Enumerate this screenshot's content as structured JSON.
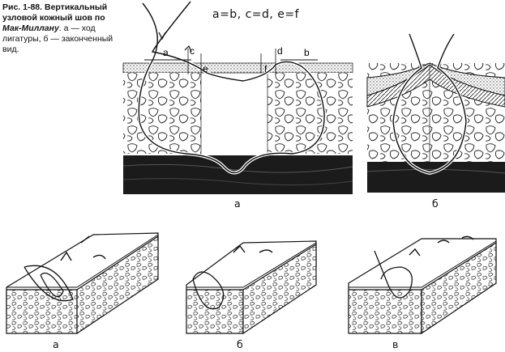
{
  "caption": {
    "title": "Рис. 1-88. Вертикальный узловой кожный шов по",
    "author": "Мак-Миллану",
    "rest": ". а — ход лигатуры, б — законченный вид."
  },
  "equation": "a=b, c=d, e=f",
  "point_labels": {
    "a": "a",
    "b": "b",
    "c": "c",
    "d": "d",
    "e": "e",
    "f": "f"
  },
  "panel_labels": {
    "top_a": "а",
    "top_b": "б",
    "bottom_a": "а",
    "bottom_b": "б",
    "bottom_c": "в"
  }
}
